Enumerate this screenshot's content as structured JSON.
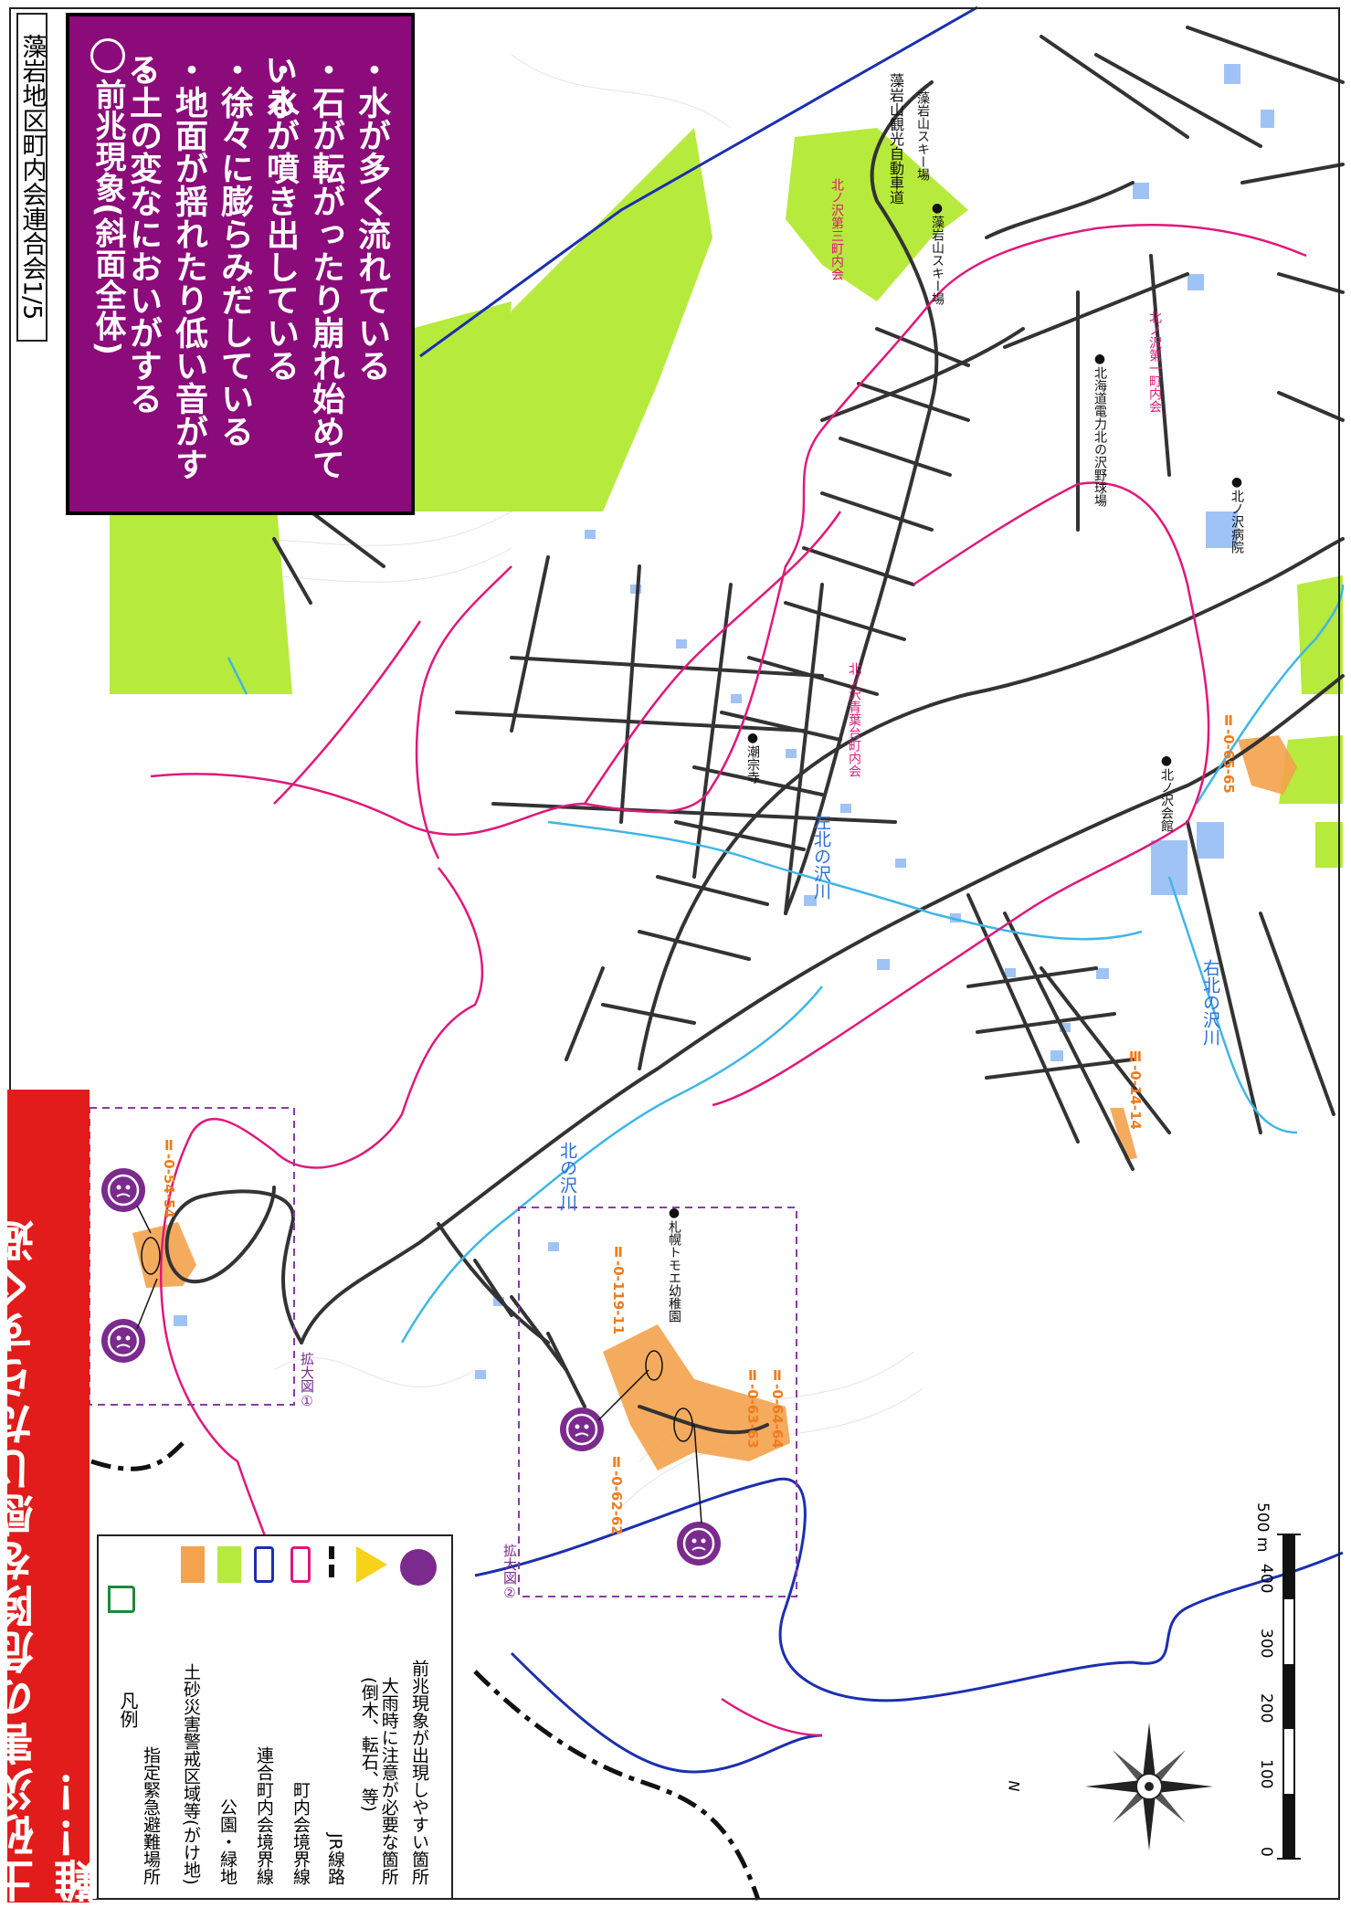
{
  "corner_title": "藻岩地区町内会連合会1/5",
  "banner_title": "土砂災害の危険を感じたらすぐ避難！！",
  "warning_box": {
    "heading": "前兆現象(斜面全体)",
    "items": [
      "・水が多く流れている",
      "・石が転がったり崩れ始めている",
      "・水が噴き出している",
      "・徐々に膨らみだしている",
      "・地面が揺れたり低い音がする",
      "・土の変なにおいがする"
    ]
  },
  "legend": {
    "title": "凡例",
    "items": [
      {
        "icon": "shelter-icon",
        "label": "指定緊急避難場所"
      },
      {
        "icon": "orange-area-swatch",
        "label": "土砂災害警戒区域等(がけ地)"
      },
      {
        "icon": "green-area-swatch",
        "label": "公園・緑地"
      },
      {
        "icon": "blue-line-swatch",
        "label": "連合町内会境界線"
      },
      {
        "icon": "pink-line-swatch",
        "label": "町内会境界線"
      },
      {
        "icon": "jr-line-swatch",
        "label": "JR線路"
      },
      {
        "icon": "caution-triangle-icon",
        "label": "大雨時に注意が必要な箇所\n(倒木、転石、等)"
      },
      {
        "icon": "omen-face-icon",
        "label": "前兆現象が出現しやすい箇所"
      }
    ]
  },
  "zoom_labels": {
    "zoom1": "拡大図①",
    "zoom2": "拡大図②"
  },
  "hazard_codes": {
    "h1": "Ⅱ-0-54-54",
    "h2": "Ⅱ-0-119-11",
    "h3": "Ⅱ-0-63-63",
    "h4": "Ⅱ-0-64-64",
    "h5": "Ⅱ-0-62-62",
    "h6": "Ⅲ-0-14-14",
    "h7": "Ⅱ-0-65-65"
  },
  "place_labels": {
    "expressway": "藻岩山観光自動車道",
    "ski": "藻岩山スキー場",
    "ski_dot": "●藻岩山スキー場",
    "kindergarten": "●札幌トモエ幼稚園",
    "temple": "●潮宗寺",
    "hall": "●北ノ沢会館",
    "ballpark": "●北海道電力北の沢野球場",
    "hospital": "●北ノ沢病院"
  },
  "chonaikai_labels": {
    "c3": "北ノ沢第三町内会",
    "c1": "北ノ沢第一町内会",
    "seiyo": "北ノ沢青葉台町内会"
  },
  "river_labels": {
    "r1": "北の沢川",
    "r2": "左北の沢川",
    "r3": "右北の沢川"
  },
  "scale_bar": {
    "unit": "500 m",
    "ticks": [
      "0",
      "100",
      "200",
      "300",
      "400"
    ]
  },
  "compass": {
    "north": "N"
  },
  "colors": {
    "banner_red": "#e21b1b",
    "warning_purple": "#8b0b7a",
    "hazard_orange": "#f4a24d",
    "park_green": "#b6ea3c",
    "federation_blue": "#1b2fb0",
    "chonaikai_pink": "#e0187a",
    "river_cyan": "#3fb6e6",
    "building_blue": "#9fc3f5",
    "omen_purple": "#7b2a8e"
  }
}
